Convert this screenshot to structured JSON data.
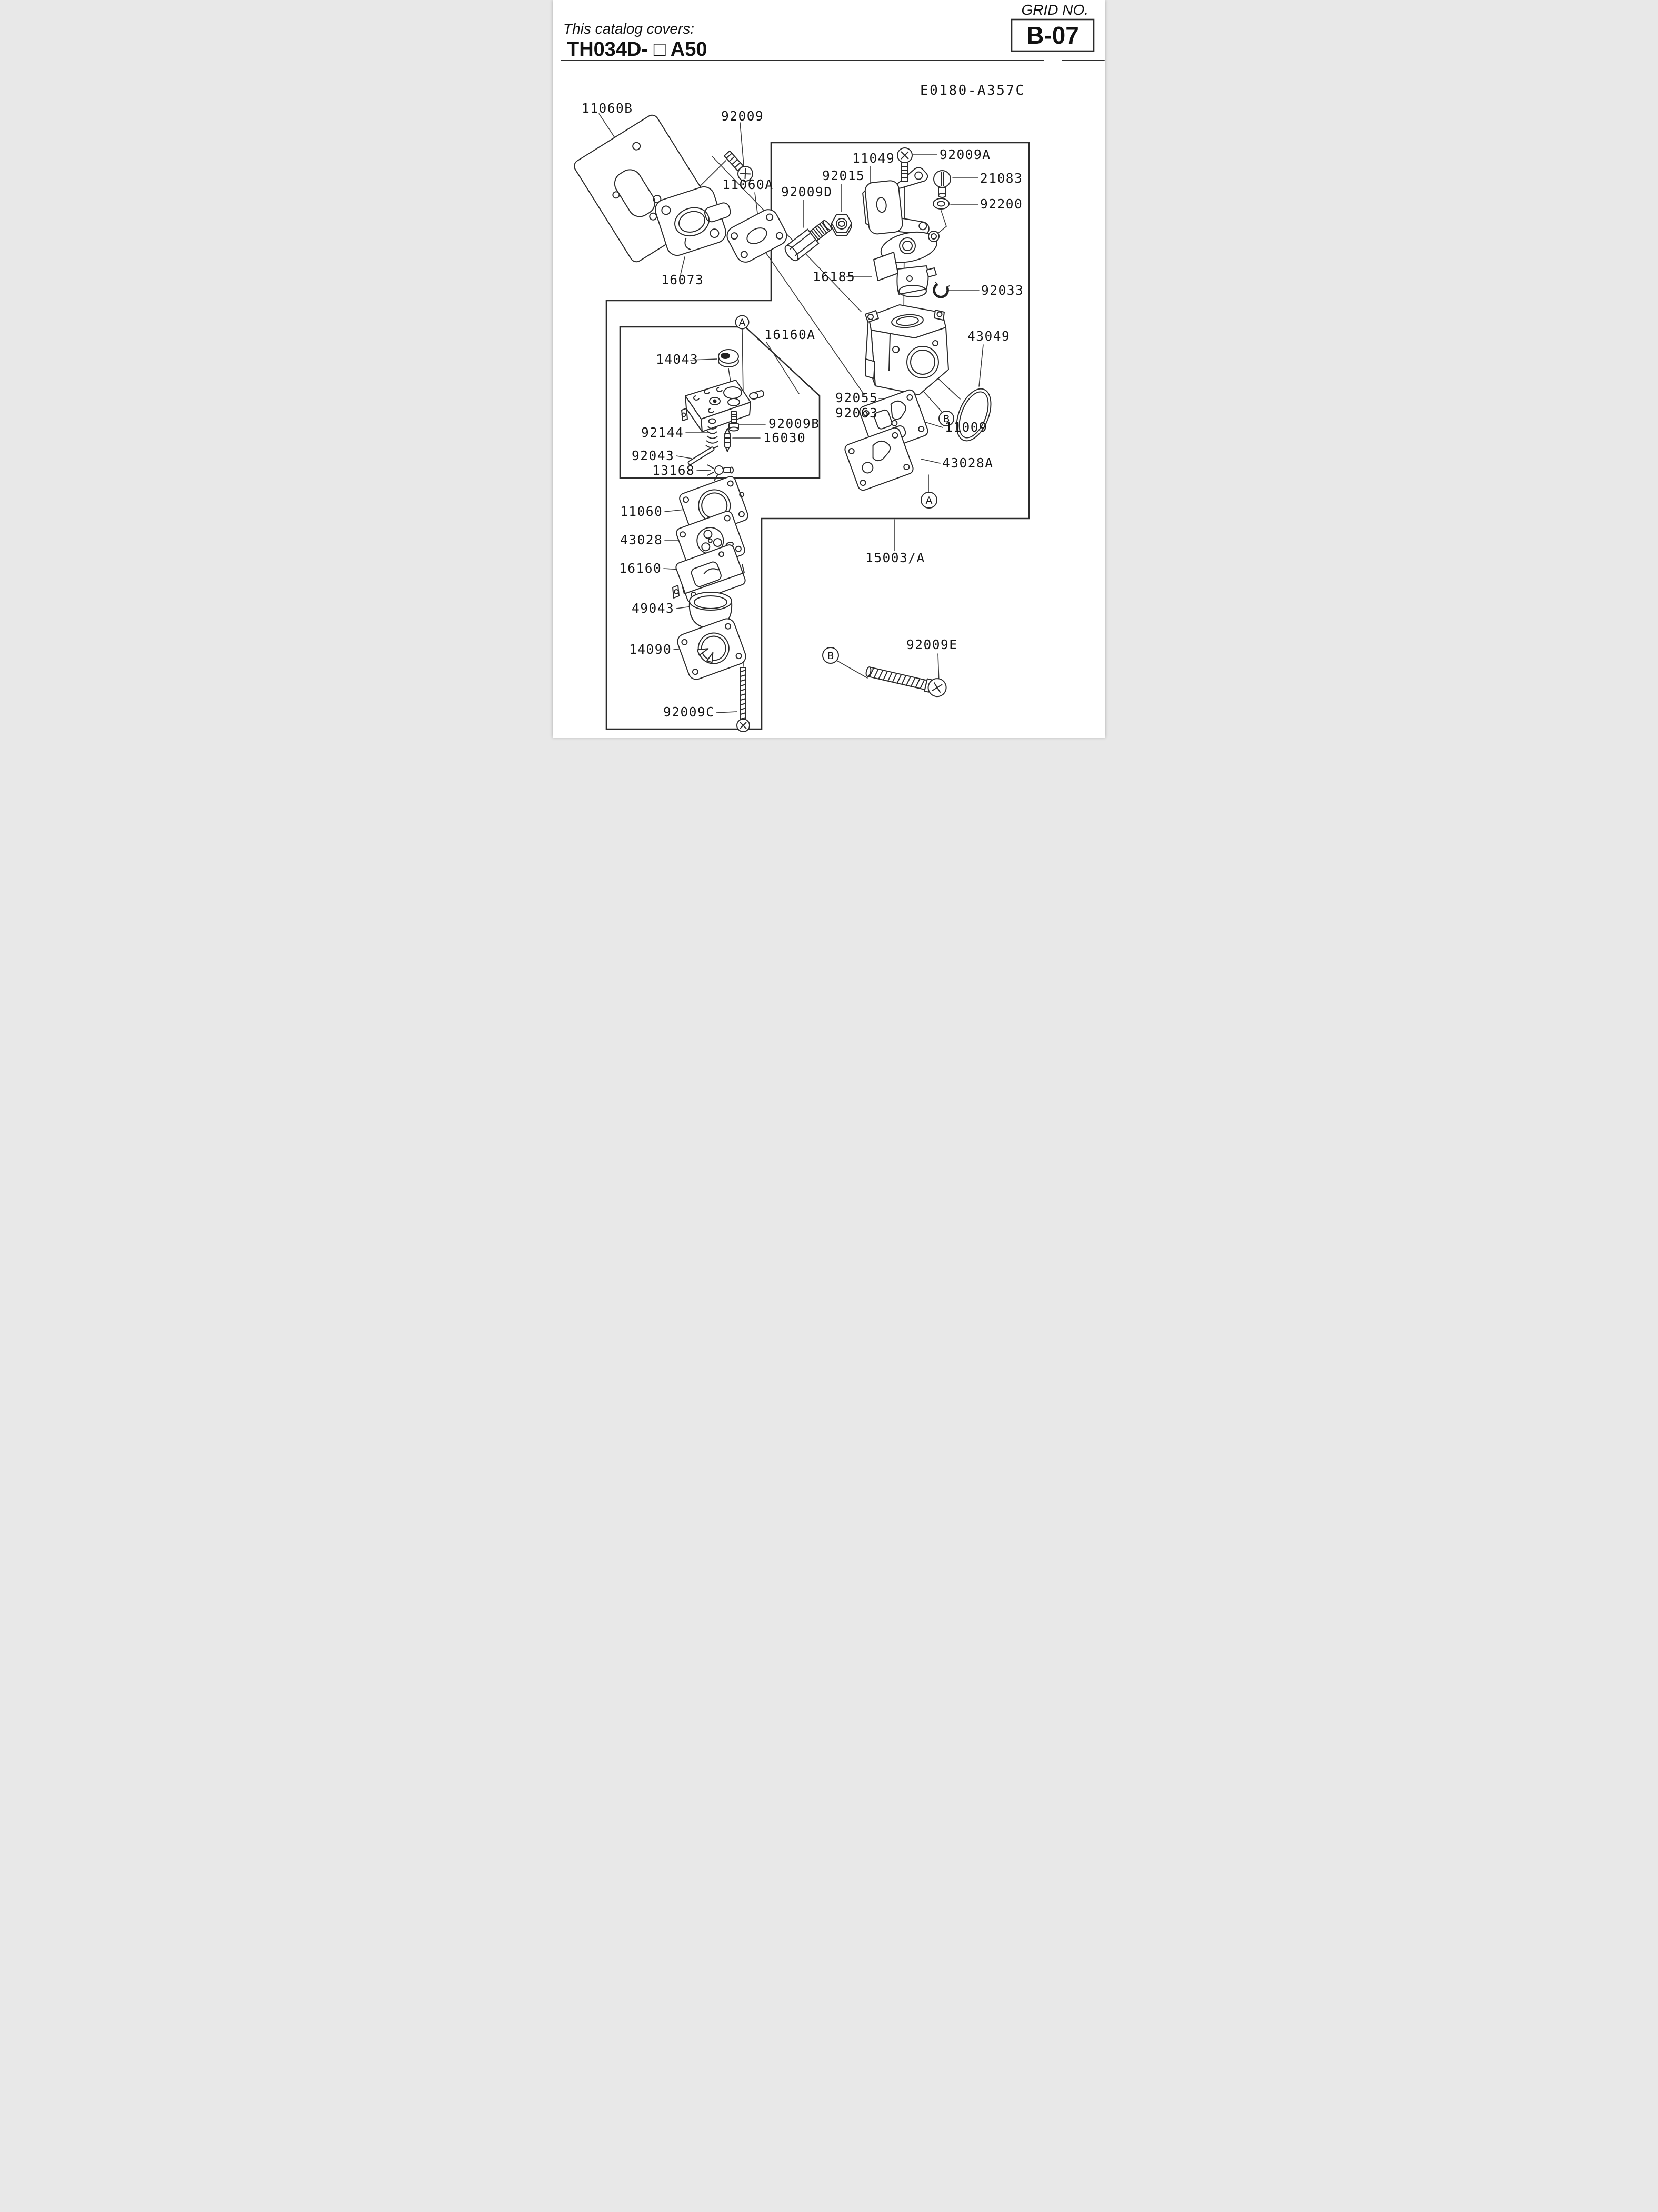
{
  "header": {
    "covers_label": "This catalog covers:",
    "model": "TH034D- □ A50",
    "grid_label": "GRID NO.",
    "grid_no": "B-07",
    "drawing_code": "E0180-A357C"
  },
  "markers": {
    "a": "A",
    "b": "B"
  },
  "parts": {
    "11060B": {
      "label": "11060B"
    },
    "92009": {
      "label": "92009"
    },
    "11060A": {
      "label": "11060A"
    },
    "16073": {
      "label": "16073"
    },
    "92009D": {
      "label": "92009D"
    },
    "92015": {
      "label": "92015"
    },
    "11049": {
      "label": "11049"
    },
    "92009A": {
      "label": "92009A"
    },
    "21083": {
      "label": "21083"
    },
    "92200": {
      "label": "92200"
    },
    "16185": {
      "label": "16185"
    },
    "92033": {
      "label": "92033"
    },
    "43049": {
      "label": "43049"
    },
    "16160A": {
      "label": "16160A"
    },
    "14043": {
      "label": "14043"
    },
    "92144": {
      "label": "92144"
    },
    "92009B": {
      "label": "92009B"
    },
    "16030": {
      "label": "16030"
    },
    "92043": {
      "label": "92043"
    },
    "13168": {
      "label": "13168"
    },
    "92055": {
      "label": "92055"
    },
    "92063": {
      "label": "92063"
    },
    "11009": {
      "label": "11009"
    },
    "43028A": {
      "label": "43028A"
    },
    "15003A": {
      "label": "15003/A"
    },
    "11060": {
      "label": "11060"
    },
    "43028": {
      "label": "43028"
    },
    "16160": {
      "label": "16160"
    },
    "49043": {
      "label": "49043"
    },
    "14090": {
      "label": "14090"
    },
    "92009C": {
      "label": "92009C"
    },
    "92009E": {
      "label": "92009E"
    }
  }
}
